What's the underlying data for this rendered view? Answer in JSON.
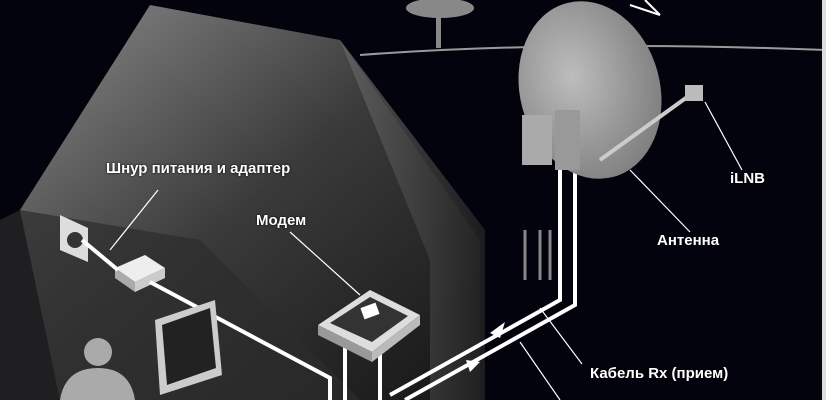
{
  "labels": {
    "power_cord": "Шнур питания и адаптер",
    "modem": "Модем",
    "ilnb": "iLNB",
    "antenna": "Антенна",
    "cable_rx": "Кабель Rx (прием)"
  }
}
